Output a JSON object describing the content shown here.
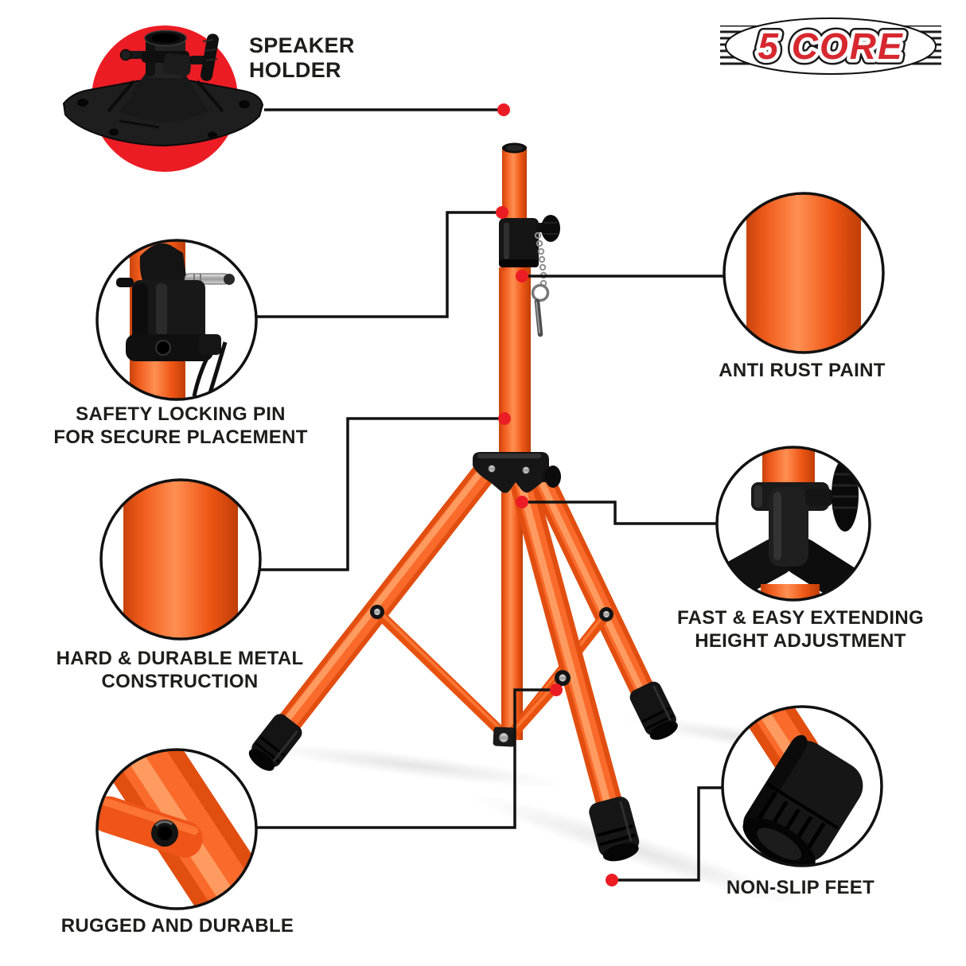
{
  "page": {
    "background": "#ffffff"
  },
  "brand": {
    "logo_text": "5 CORE",
    "logo_color": "#D7282F"
  },
  "colors": {
    "orange": "#F4601F",
    "orange_highlight": "#FF9055",
    "orange_shadow": "#C8430B",
    "accent_red": "#EC1C24",
    "ink": "#1D1D1B",
    "leader_line": "#121212"
  },
  "callouts": {
    "speaker_holder": {
      "line1": "SPEAKER",
      "line2": "HOLDER"
    },
    "anti_rust": {
      "line1": "ANTI RUST PAINT"
    },
    "safety_pin": {
      "line1": "SAFETY LOCKING PIN",
      "line2": "FOR SECURE PLACEMENT"
    },
    "hard_metal": {
      "line1": "HARD & DURABLE METAL",
      "line2": "CONSTRUCTION"
    },
    "fast_easy": {
      "line1": "FAST & EASY EXTENDING",
      "line2": "HEIGHT ADJUSTMENT"
    },
    "rugged": {
      "line1": "RUGGED AND DURABLE"
    },
    "non_slip": {
      "line1": "NON-SLIP FEET"
    }
  }
}
